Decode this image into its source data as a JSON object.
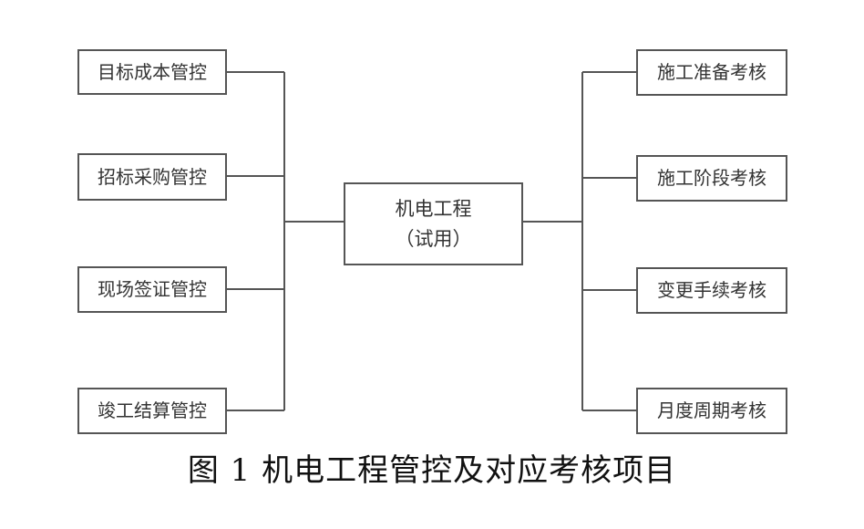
{
  "center_node": {
    "line1": "机电工程",
    "line2": "（试用）"
  },
  "left_nodes": [
    "目标成本管控",
    "招标采购管控",
    "现场签证管控",
    "竣工结算管控"
  ],
  "right_nodes": [
    "施工准备考核",
    "施工阶段考核",
    "变更手续考核",
    "月度周期考核"
  ],
  "caption": "图 1  机电工程管控及对应考核项目",
  "colors": {
    "line": "#555555",
    "box_border": "#555555",
    "text": "#333333"
  }
}
